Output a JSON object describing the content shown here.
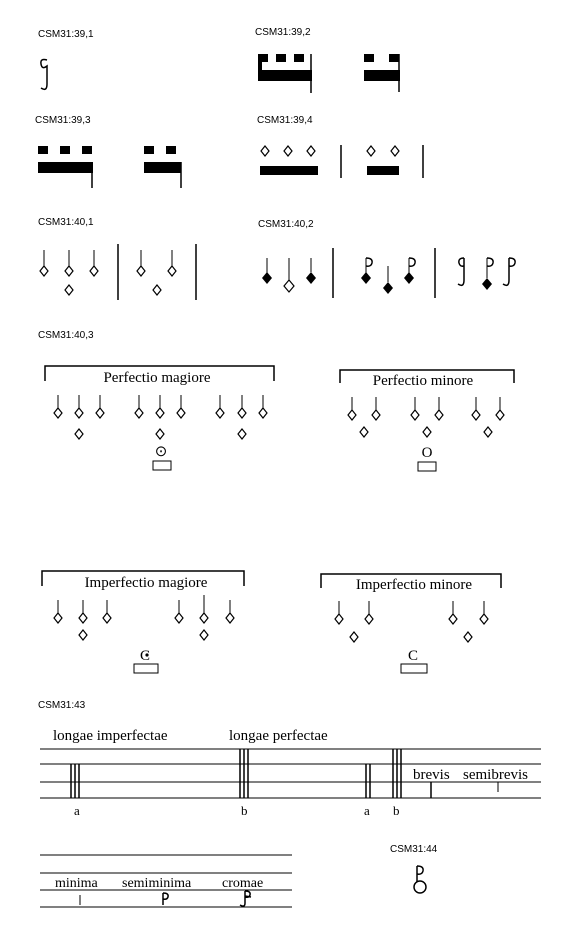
{
  "labels": {
    "ex1": "CSM31:39,1",
    "ex2": "CSM31:39,2",
    "ex3": "CSM31:39,3",
    "ex4": "CSM31:39,4",
    "ex5": "CSM31:40,1",
    "ex6": "CSM31:40,2",
    "ex7": "CSM31:40,3",
    "ex8": "CSM31:43",
    "ex9": "CSM31:44"
  },
  "brackets": {
    "perf_mag": "Perfectio magiore",
    "perf_min": "Perfectio minore",
    "imp_mag": "Imperfectio magiore",
    "imp_min": "Imperfectio minore"
  },
  "mensuration": {
    "perf_mag_sign": "⊙",
    "perf_min_sign": "O",
    "imp_mag_sign": "C",
    "imp_min_sign": "C"
  },
  "staff43": {
    "longae_imp": "longae imperfectae",
    "longae_perf": "longae perfectae",
    "brevis": "brevis",
    "semibrevis": "semibrevis",
    "mark_a1": "a",
    "mark_b1": "b",
    "mark_a2": "a",
    "mark_b2": "b"
  },
  "staff_small": {
    "minima": "minima",
    "semiminima": "semiminima",
    "cromae": "cromae"
  }
}
